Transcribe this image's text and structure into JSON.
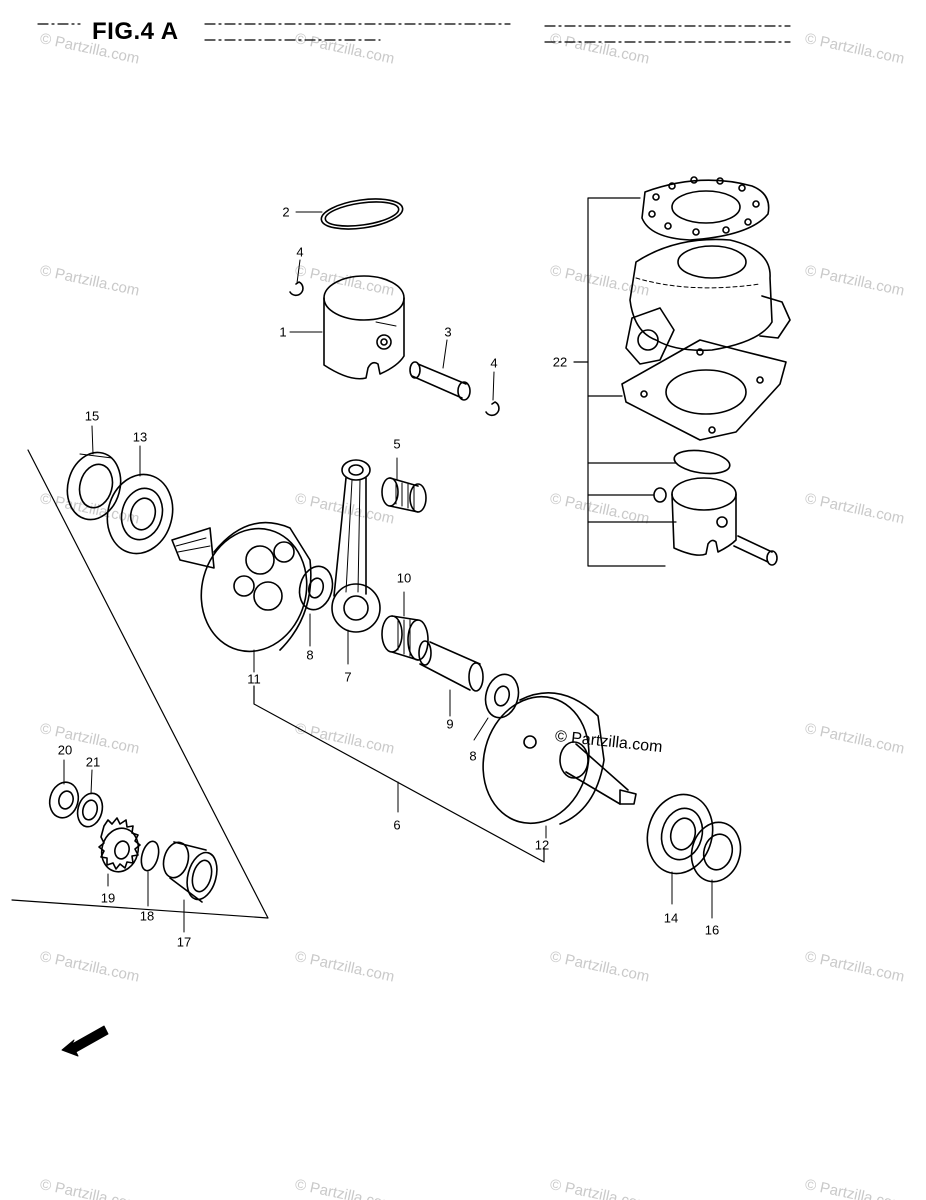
{
  "title": "FIG.4 A",
  "watermark": "© Partzilla.com",
  "inline_watermark": "© Partzilla.com",
  "fwd_label": "FWD",
  "callouts": {
    "c1": "1",
    "c2": "2",
    "c3": "3",
    "c4a": "4",
    "c4b": "4",
    "c5": "5",
    "c6": "6",
    "c7": "7",
    "c8a": "8",
    "c8b": "8",
    "c9": "9",
    "c10": "10",
    "c11": "11",
    "c12": "12",
    "c13": "13",
    "c14": "14",
    "c15": "15",
    "c16": "16",
    "c17": "17",
    "c18": "18",
    "c19": "19",
    "c20": "20",
    "c21": "21",
    "c22": "22"
  }
}
